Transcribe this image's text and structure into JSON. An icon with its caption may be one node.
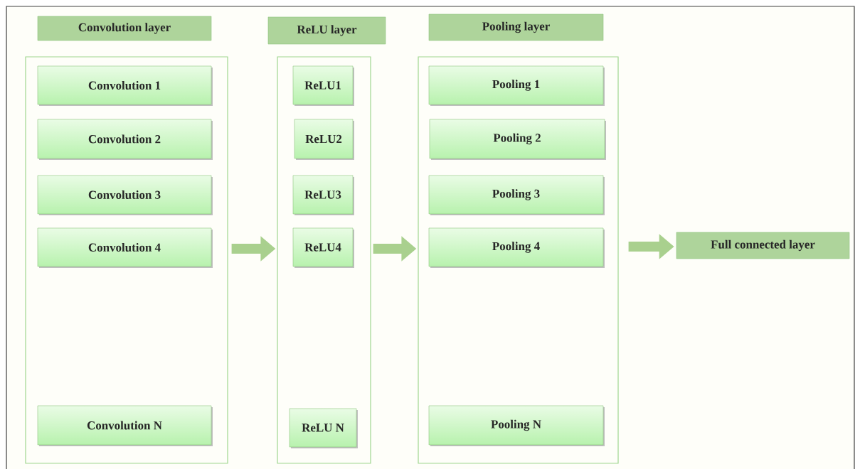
{
  "diagram": {
    "nodes": [
      {
        "text": [
          "Convolution layer"
        ]
      },
      {
        "text": [
          "ReLU layer"
        ]
      },
      {
        "text": [
          "Pooling layer"
        ]
      },
      {
        "text": [],
        "shape": "box"
      },
      {
        "text": [
          "Convolution 1"
        ],
        "in": 3
      },
      {
        "text": [
          "Convolution 2"
        ],
        "in": 3
      },
      {
        "text": [
          "Convolution 3"
        ],
        "in": 3
      },
      {
        "text": [
          "Convolution 4"
        ],
        "in": 3
      },
      {
        "text": [
          "Convolution N"
        ],
        "in": 3
      },
      {
        "text": [],
        "shape": "box"
      },
      {
        "text": [
          "ReLU1"
        ],
        "in": 9
      },
      {
        "text": [
          "ReLU2"
        ],
        "in": 9
      },
      {
        "text": [
          "ReLU3"
        ],
        "in": 9
      },
      {
        "text": [
          "ReLU4"
        ],
        "in": 9
      },
      {
        "text": [
          "ReLU N"
        ],
        "in": 9
      },
      {
        "text": [],
        "shape": "box"
      },
      {
        "text": [
          "Pooling 1"
        ],
        "in": 15
      },
      {
        "text": [
          "Pooling 2"
        ],
        "in": 15
      },
      {
        "text": [
          "Pooling 3"
        ],
        "in": 15
      },
      {
        "text": [
          "Pooling 4"
        ],
        "in": 15
      },
      {
        "text": [
          "Pooling N"
        ],
        "in": 15
      },
      {
        "text": [
          "Full connected layer"
        ]
      }
    ],
    "edges": [
      {
        "from": 3,
        "to": 9,
        "arrow": "to"
      },
      {
        "from": 9,
        "to": 15,
        "arrow": "to"
      },
      {
        "from": 15,
        "to": 21,
        "arrow": "to"
      }
    ]
  }
}
